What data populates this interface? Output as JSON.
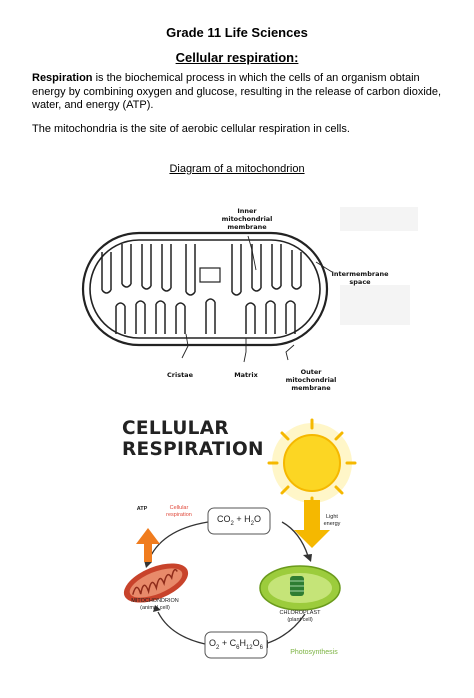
{
  "page": {
    "title": "Grade 11 Life Sciences",
    "subtitle": "Cellular respiration:",
    "paragraph1_term": "Respiration",
    "paragraph1_rest": " is the biochemical process in which the cells of an organism obtain energy by combining oxygen and glucose, resulting in the release of carbon dioxide, water, and energy (ATP).",
    "paragraph2": "The mitochondria is the site of aerobic cellular respiration in cells."
  },
  "mito_diagram": {
    "heading": "Diagram of a mitochondrion",
    "labels": {
      "inner_line1": "Inner",
      "inner_line2": "mitochondrial",
      "inner_line3": "membrane",
      "intermembrane_line1": "Intermembrane",
      "intermembrane_line2": "space",
      "cristae": "Cristae",
      "matrix": "Matrix",
      "outer_line1": "Outer",
      "outer_line2": "mitochondrial",
      "outer_line3": "membrane"
    }
  },
  "cycle_diagram": {
    "title_line1": "CELLULAR",
    "title_line2": "RESPIRATION",
    "atp": "ATP",
    "cellular_resp_line1": "Cellular",
    "cellular_resp_line2": "respiration",
    "co2_h2o": {
      "a": "CO",
      "a_sub": "2",
      "b": " + H",
      "b_sub": "2",
      "c": "O"
    },
    "light_line1": "Light",
    "light_line2": "energy",
    "mito_label_line1": "MITOCHONDRION",
    "mito_label_line2": "(animal cell)",
    "chloro_label_line1": "CHLOROPLAST",
    "chloro_label_line2": "(plant cell)",
    "o2_glucose": {
      "a": "O",
      "a_sub": "2",
      "b": " + C",
      "b_sub": "6",
      "c": "H",
      "c_sub": "12",
      "d": "O",
      "d_sub": "6"
    },
    "photosynthesis": "Photosynthesis",
    "colors": {
      "arrow_orange": "#f07c1e",
      "photosynthesis_green": "#7cb342",
      "cellular_resp_red": "#e0483a",
      "sun_yellow": "#fcd623",
      "chloroplast_green": "#9ccc3c",
      "mito_red": "#c8432b"
    }
  }
}
